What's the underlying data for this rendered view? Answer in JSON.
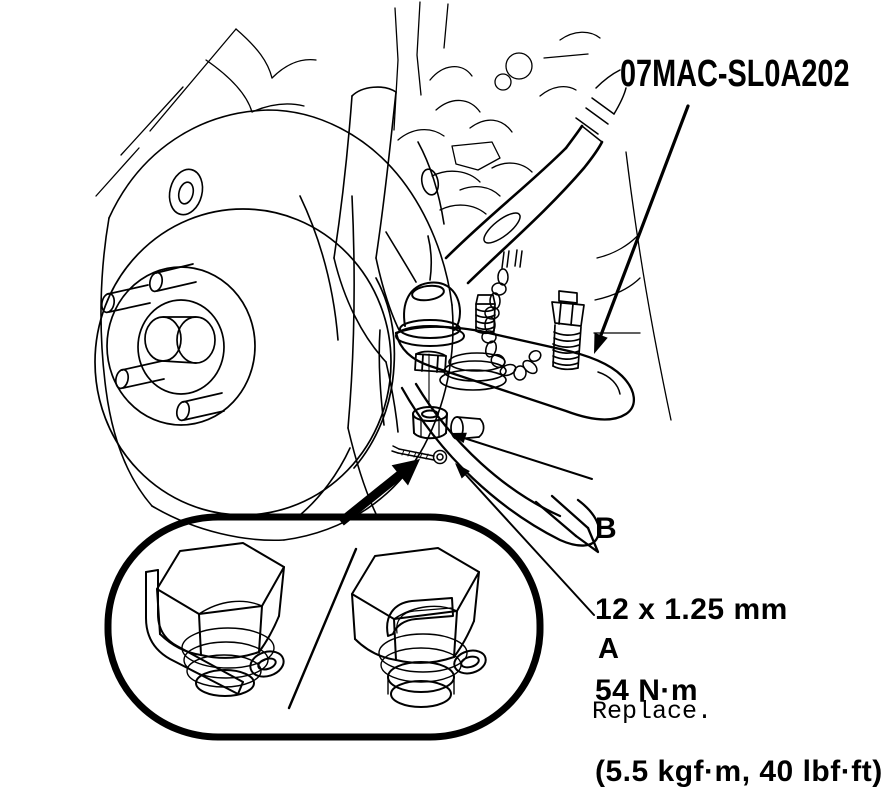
{
  "figure": {
    "colors": {
      "ink": "#000000",
      "paper": "#ffffff"
    },
    "tool_label": "07MAC-SL0A202",
    "callout_b": {
      "letter": "B",
      "spec_lines": [
        "12 x 1.25 mm",
        "54 N·m",
        "(5.5 kgf·m, 40 lbf·ft)"
      ]
    },
    "callout_a": {
      "letter": "A",
      "note": "Replace."
    }
  }
}
